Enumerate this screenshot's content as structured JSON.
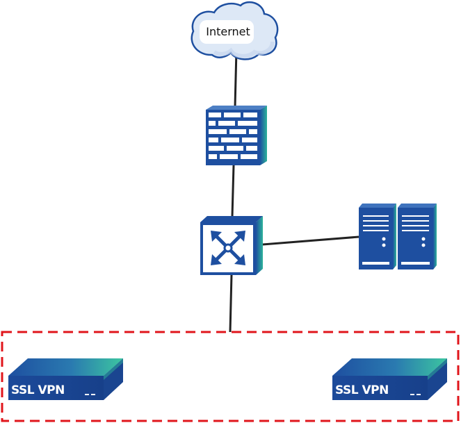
{
  "diagram": {
    "cloud": {
      "label": "Internet"
    },
    "vpn_left": {
      "label": "SSL VPN"
    },
    "vpn_right": {
      "label": "SSL VPN"
    }
  },
  "colors": {
    "device_blue": "#1e4fa0",
    "device_dark": "#163c80",
    "accent_teal": "#2db39a",
    "cloud_fill": "#dde8f6",
    "cloud_stroke": "#1e4fa0",
    "link": "#222222",
    "dashed_border": "#e0151b"
  },
  "icons": [
    "cloud-icon",
    "firewall-icon",
    "switch-icon",
    "server-icon",
    "vpn-appliance-icon"
  ]
}
